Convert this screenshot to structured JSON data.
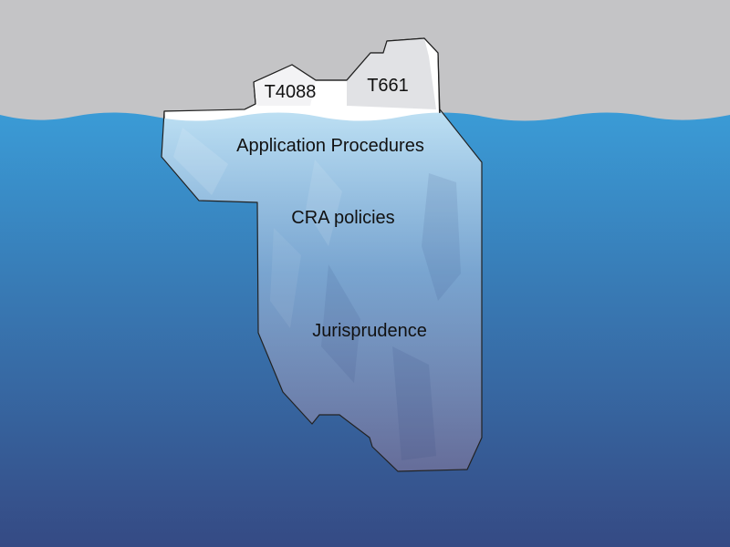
{
  "diagram": {
    "tip_labels": {
      "left": "T4088",
      "right": "T661"
    },
    "layer_labels": {
      "upper": "Application Procedures",
      "middle": "CRA policies",
      "deep": "Jurisprudence"
    },
    "colors": {
      "sky": "#c4c4c6",
      "water_top": "#3a9bd6",
      "water_bottom": "#354a84",
      "ice_above": "#ffffff",
      "ice_above_shade": "#dcdde0",
      "ice_below_top": "#c5e4f5",
      "ice_below_bottom": "#6b6f9a",
      "outline": "#222222"
    }
  }
}
